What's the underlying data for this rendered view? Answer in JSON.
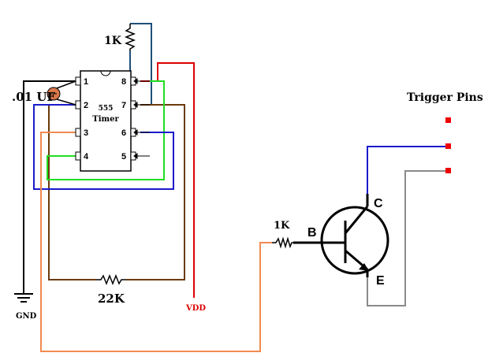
{
  "labels": {
    "resistor_top": "1K",
    "capacitor": ".01 UF",
    "chip_line1": "555",
    "chip_line2": "Timer",
    "resistor_bottom": "22K",
    "gnd": "GND",
    "vdd": "VDD",
    "resistor_base": "1K",
    "trigger_pins": "Trigger Pins",
    "base": "B",
    "collector": "C",
    "emitter": "E"
  },
  "pins": [
    "1",
    "2",
    "3",
    "4",
    "5",
    "6",
    "7",
    "8"
  ],
  "colors": {
    "blue_dark": "#1f4f7a",
    "red": "#dd0000",
    "brown": "#6b3a0a",
    "green": "#22dd22",
    "blue": "#1a1acc",
    "orange": "#f08a50",
    "gray": "#8a8a8a",
    "black": "#000000",
    "cap_fill": "#d9784a",
    "pin_marker": "#ee0000"
  }
}
